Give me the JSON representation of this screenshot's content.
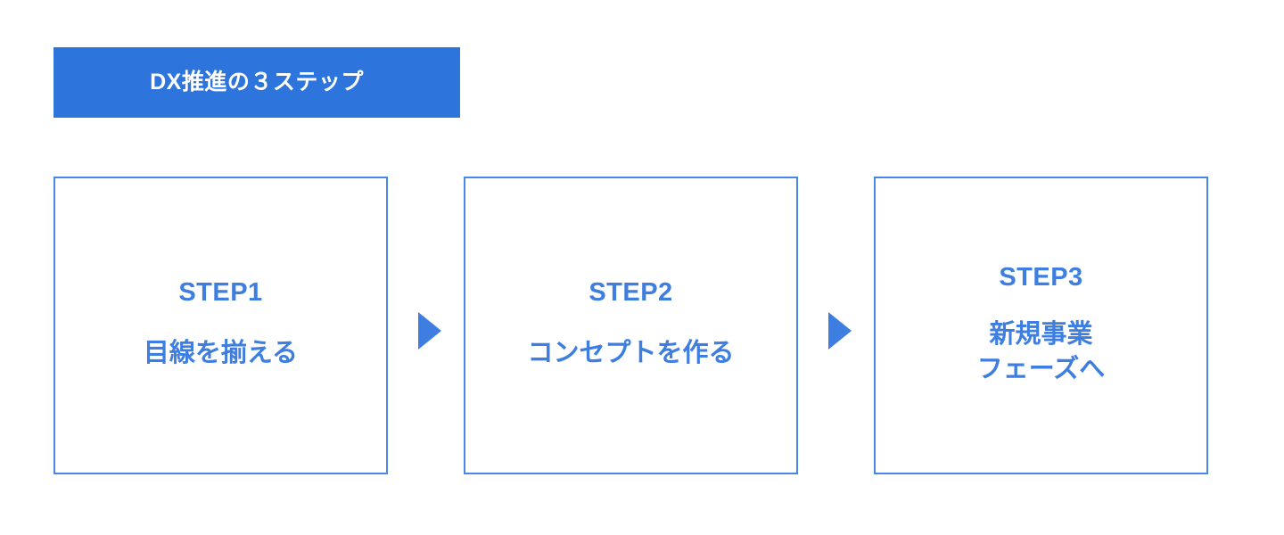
{
  "banner": {
    "title": "DX推進の３ステップ",
    "background_color": "#2d74dd",
    "text_color": "#ffffff"
  },
  "theme": {
    "accent_blue": "#2d74dd",
    "text_blue": "#3d7ee0",
    "border_blue": "#4a86e8",
    "page_background": "#ffffff"
  },
  "steps": [
    {
      "label": "STEP1",
      "description": "目線を揃える"
    },
    {
      "label": "STEP2",
      "description": "コンセプトを作る"
    },
    {
      "label": "STEP3",
      "description": "新規事業\nフェーズへ"
    }
  ],
  "arrows": [
    {
      "name": "arrow-step1-to-step2",
      "glyph": "triangle-right"
    },
    {
      "name": "arrow-step2-to-step3",
      "glyph": "triangle-right"
    }
  ]
}
